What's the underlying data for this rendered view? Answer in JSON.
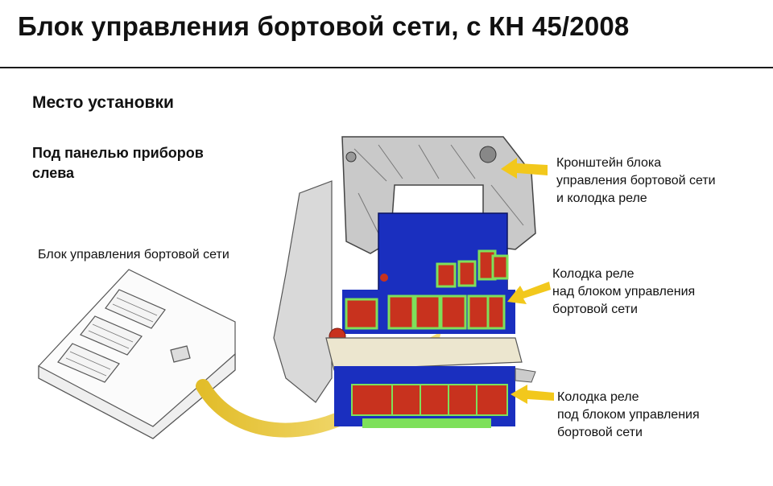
{
  "slide": {
    "title": "Блок управления бортовой сети, с КН 45/2008",
    "section_heading": "Место установки",
    "location_lines": [
      "Под панелью приборов",
      "слева"
    ],
    "unit_label": "Блок управления бортовой сети"
  },
  "callouts": [
    {
      "lines": [
        "Кронштейн блока",
        "управления бортовой сети",
        "и колодка реле"
      ]
    },
    {
      "lines": [
        "Колодка реле",
        "над блоком управления",
        "бортовой сети"
      ]
    },
    {
      "lines": [
        "Колодка реле",
        "под блоком управления",
        "бортовой сети"
      ]
    }
  ],
  "colors": {
    "arrow": "#f2c81c",
    "bracket": "#c9c9c9",
    "module": "#1a2fbf",
    "relay": "#c8321e",
    "relay_terminal": "#7ee05a",
    "curved_arrow": "#d4a81a"
  }
}
